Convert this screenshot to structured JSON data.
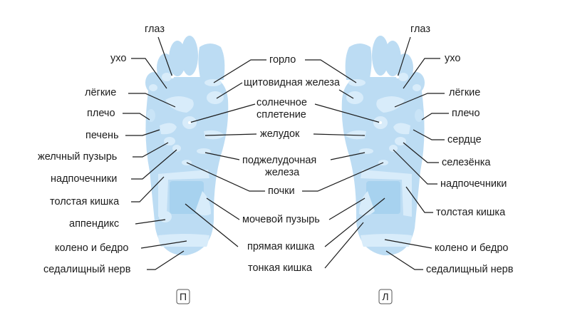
{
  "diagram": {
    "right_foot_tag": "П",
    "left_foot_tag": "Л",
    "colors": {
      "foot_base": "#bcdcf3",
      "zone_dark": "#a7d2ef",
      "zone_light": "#d8ecfa",
      "text": "#1c1c1c"
    },
    "labels": {
      "eye": "глаз",
      "ear": "ухо",
      "lungs": "лёгкие",
      "shoulder": "плечо",
      "liver": "печень",
      "gallbladder": "желчный пузырь",
      "adrenals": "надпочечники",
      "colon": "толстая кишка",
      "appendix": "аппендикс",
      "knee_hip": "колено и бедро",
      "sciatic": "седалищный нерв",
      "throat": "горло",
      "thyroid": "щитовидная железа",
      "solar_line1": "солнечное",
      "solar_line2": "сплетение",
      "stomach": "желудок",
      "pancreas_line1": "поджелудочная",
      "pancreas_line2": "железа",
      "kidneys": "почки",
      "bladder": "мочевой пузырь",
      "rectum": "прямая кишка",
      "small_intestine": "тонкая кишка",
      "heart": "сердце",
      "spleen": "селезёнка"
    }
  }
}
